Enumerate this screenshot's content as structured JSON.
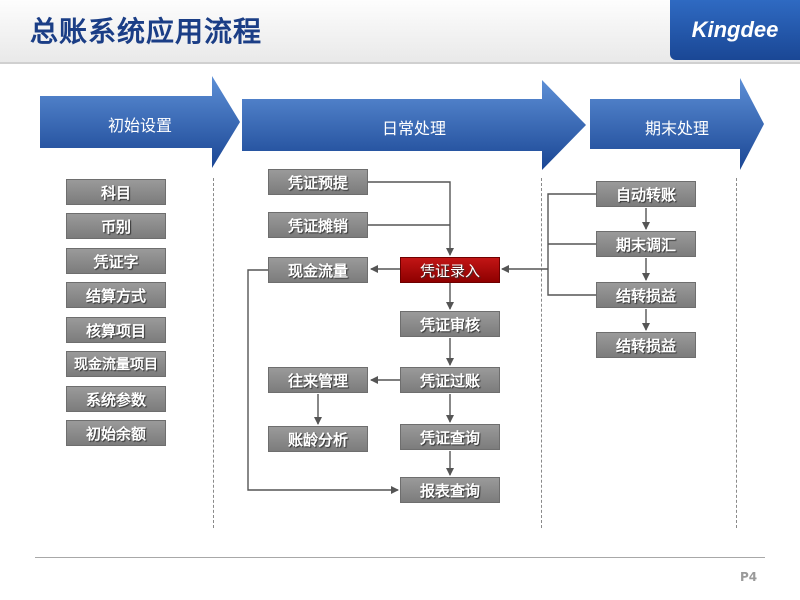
{
  "title": "总账系统应用流程",
  "logo_text": "Kingdee",
  "stages": [
    {
      "label": "初始设置"
    },
    {
      "label": "日常处理"
    },
    {
      "label": "期末处理"
    }
  ],
  "init_items": [
    "科目",
    "币别",
    "凭证字",
    "结算方式",
    "核算项目",
    "现金流量项目",
    "系统参数",
    "初始余额"
  ],
  "daily": {
    "voucher_preset": "凭证预提",
    "voucher_amort": "凭证摊销",
    "cash_flow": "现金流量",
    "voucher_entry": "凭证录入",
    "voucher_audit": "凭证审核",
    "arap_mgmt": "往来管理",
    "voucher_post": "凭证过账",
    "aging_analysis": "账龄分析",
    "voucher_query": "凭证查询",
    "report_query": "报表查询"
  },
  "period_end": [
    "自动转账",
    "期末调汇",
    "结转损益",
    "结转损益"
  ],
  "colors": {
    "title": "#1b3e86",
    "arrow": "#1f4f9c",
    "box": "#8a8a8a",
    "highlight": "#b20e0e"
  },
  "page_number": "P4"
}
